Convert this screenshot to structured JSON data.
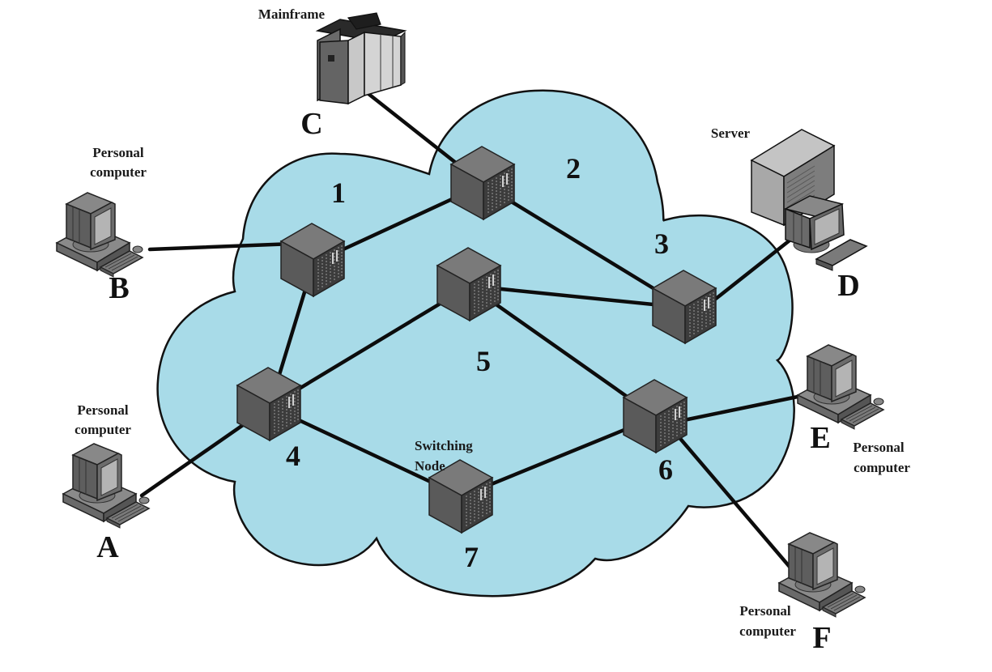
{
  "title": "Switched communication network",
  "colors": {
    "cloud": "#a8dbe8",
    "node": "#5f5f5f",
    "link": "#0c0c0c"
  },
  "switching_nodes": [
    {
      "id": "1",
      "label": "1"
    },
    {
      "id": "2",
      "label": "2"
    },
    {
      "id": "3",
      "label": "3"
    },
    {
      "id": "4",
      "label": "4"
    },
    {
      "id": "5",
      "label": "5"
    },
    {
      "id": "6",
      "label": "6"
    },
    {
      "id": "7",
      "label": "7"
    }
  ],
  "switching_node_caption": {
    "line1": "Switching",
    "line2": "Node"
  },
  "stations": [
    {
      "id": "A",
      "letter": "A",
      "type": "personal-computer",
      "caption_line1": "Personal",
      "caption_line2": "computer",
      "attached_to": "4"
    },
    {
      "id": "B",
      "letter": "B",
      "type": "personal-computer",
      "caption_line1": "Personal",
      "caption_line2": "computer",
      "attached_to": "1"
    },
    {
      "id": "C",
      "letter": "C",
      "type": "mainframe",
      "caption_line1": "Mainframe",
      "caption_line2": "",
      "attached_to": "2"
    },
    {
      "id": "D",
      "letter": "D",
      "type": "server",
      "caption_line1": "Server",
      "caption_line2": "",
      "attached_to": "3"
    },
    {
      "id": "E",
      "letter": "E",
      "type": "personal-computer",
      "caption_line1": "Personal",
      "caption_line2": "computer",
      "attached_to": "6"
    },
    {
      "id": "F",
      "letter": "F",
      "type": "personal-computer",
      "caption_line1": "Personal",
      "caption_line2": "computer",
      "attached_to": "6"
    }
  ],
  "links": [
    [
      "1",
      "2"
    ],
    [
      "2",
      "3"
    ],
    [
      "1",
      "4"
    ],
    [
      "4",
      "5"
    ],
    [
      "5",
      "3"
    ],
    [
      "5",
      "6"
    ],
    [
      "4",
      "7"
    ],
    [
      "7",
      "6"
    ],
    [
      "C",
      "2"
    ],
    [
      "B",
      "1"
    ],
    [
      "A",
      "4"
    ],
    [
      "D",
      "3"
    ],
    [
      "E",
      "6"
    ],
    [
      "F",
      "6"
    ]
  ]
}
